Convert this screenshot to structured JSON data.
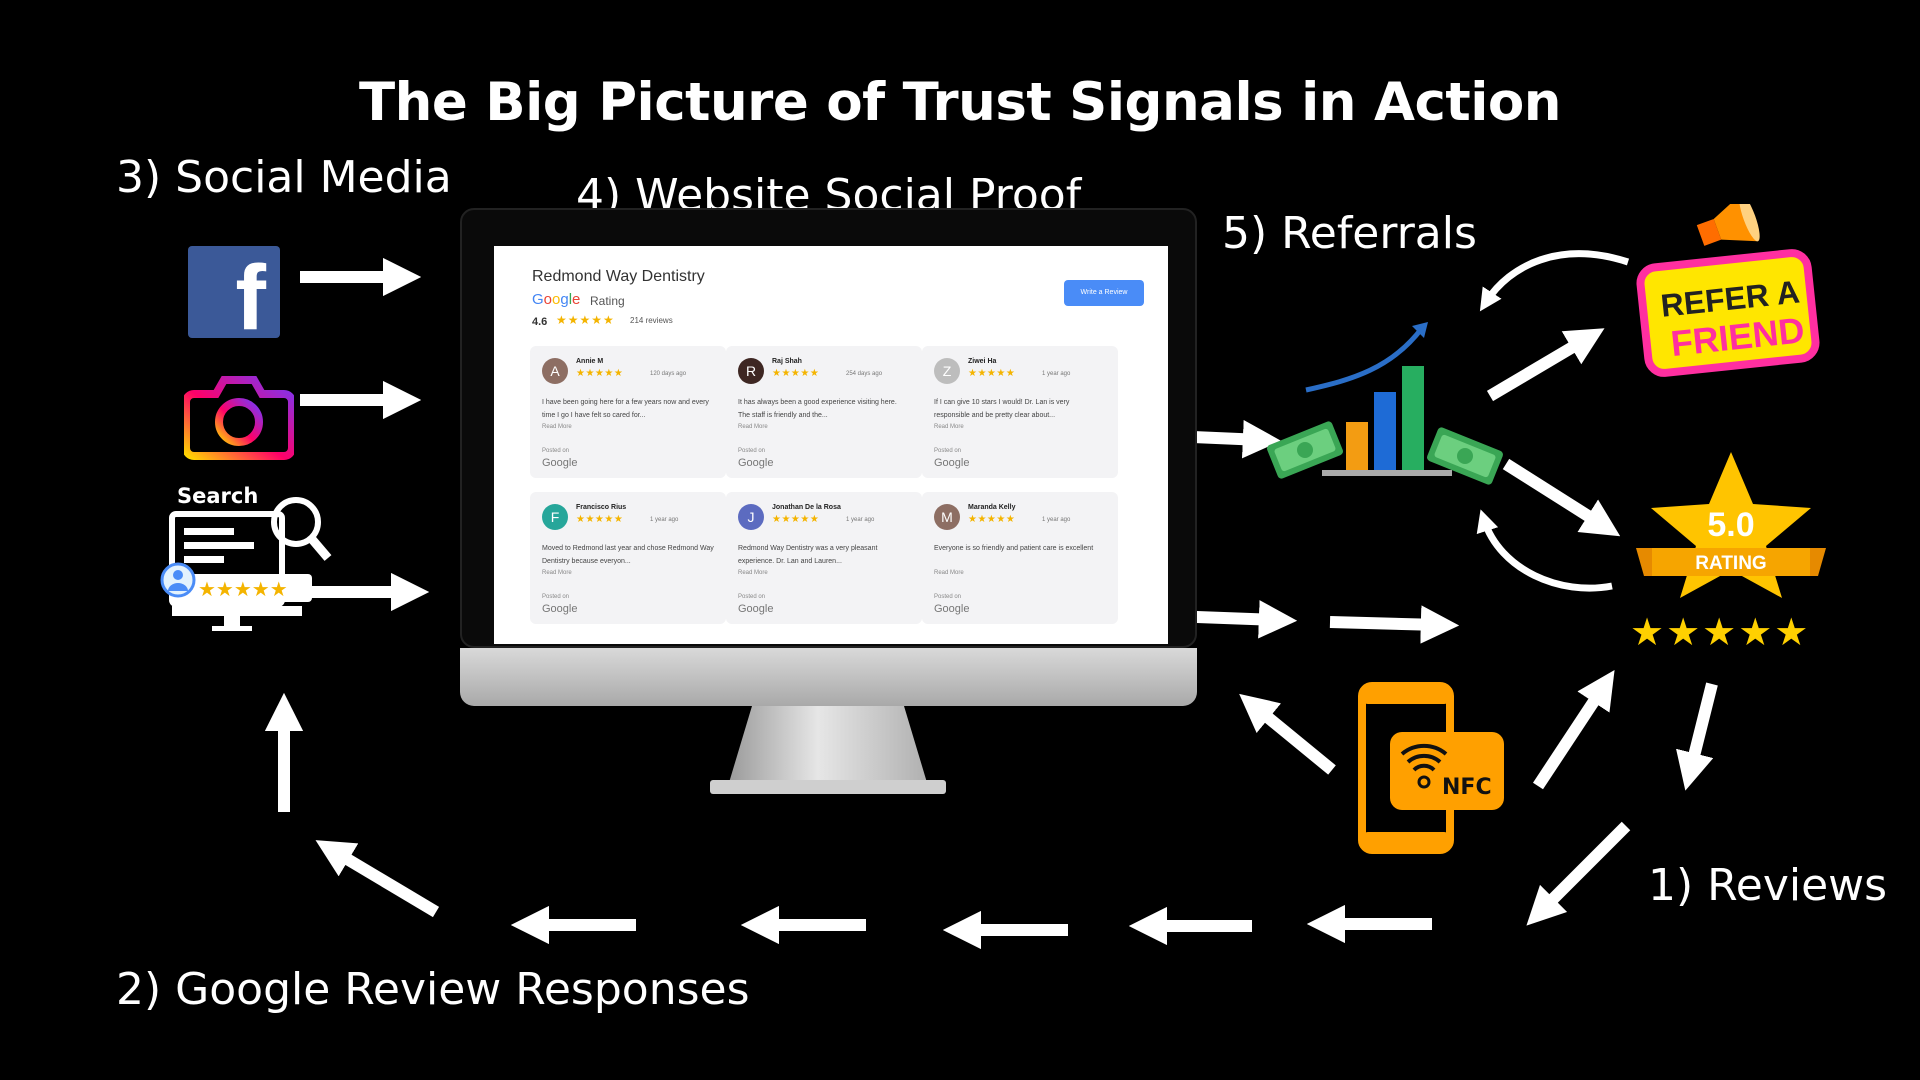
{
  "title": "The Big Picture of Trust Signals in Action",
  "steps": {
    "social_media": "3) Social Media",
    "website_social_proof": "4) Website Social Proof",
    "referrals": "5) Referrals",
    "reviews": "1) Reviews",
    "google_review_responses": "2) Google Review Responses"
  },
  "search_label": "Search",
  "refer_badge": {
    "line1": "REFER A",
    "line2": "FRIEND"
  },
  "rating_badge": {
    "value": "5.0",
    "label": "RATING",
    "stars": "★★★★★"
  },
  "nfc_label": "NFC",
  "review_widget": {
    "business": "Redmond Way Dentistry",
    "google_word": [
      "G",
      "o",
      "o",
      "g",
      "l",
      "e"
    ],
    "rating_label": "Rating",
    "average": "4.6",
    "average_stars": "★★★★★",
    "count": "214 reviews",
    "write_button": "Write a Review",
    "cards": [
      {
        "initial": "A",
        "color": "#8d6e63",
        "name": "Annie M",
        "stars": "★★★★★",
        "ago": "120 days ago",
        "text": "I have been going here for a few years now and every time I go I have felt so cared for...",
        "read_more": "Read More",
        "posted": "Posted on",
        "source": "Google"
      },
      {
        "initial": "R",
        "color": "#3e2723",
        "name": "Raj Shah",
        "stars": "★★★★★",
        "ago": "254 days ago",
        "text": "It has always been a good experience visiting here. The staff is friendly and the...",
        "read_more": "Read More",
        "posted": "Posted on",
        "source": "Google"
      },
      {
        "initial": "Z",
        "color": "#bdbdbd",
        "name": "Ziwei Ha",
        "stars": "★★★★★",
        "ago": "1 year ago",
        "text": "If I can give 10 stars I would! Dr. Lan is very responsible and be pretty clear about...",
        "read_more": "Read More",
        "posted": "Posted on",
        "source": "Google"
      },
      {
        "initial": "F",
        "color": "#26a69a",
        "name": "Francisco Rius",
        "stars": "★★★★★",
        "ago": "1 year ago",
        "text": "Moved to Redmond last year and chose Redmond Way Dentistry because everyon...",
        "read_more": "Read More",
        "posted": "Posted on",
        "source": "Google"
      },
      {
        "initial": "J",
        "color": "#5c6bc0",
        "name": "Jonathan De la Rosa",
        "stars": "★★★★★",
        "ago": "1 year ago",
        "text": "Redmond Way Dentistry was a very pleasant experience. Dr. Lan and Lauren...",
        "read_more": "Read More",
        "posted": "Posted on",
        "source": "Google"
      },
      {
        "initial": "M",
        "color": "#8d6e63",
        "name": "Maranda Kelly",
        "stars": "★★★★★",
        "ago": "1 year ago",
        "text": "Everyone is so friendly and patient care is excellent",
        "read_more": "Read More",
        "posted": "Posted on",
        "source": "Google"
      }
    ]
  },
  "colors": {
    "background": "#000000",
    "facebook": "#3b5998",
    "google_blue": "#4285F4",
    "star_yellow": "#f4b400",
    "nfc_orange": "#ffa000",
    "refer_yellow": "#ffe600",
    "refer_pink": "#ff2fa0"
  },
  "icons": [
    "facebook-icon",
    "instagram-icon",
    "search-review-icon",
    "growth-chart-icon",
    "refer-a-friend-icon",
    "rating-badge-icon",
    "nfc-phone-icon",
    "monitor-icon"
  ]
}
